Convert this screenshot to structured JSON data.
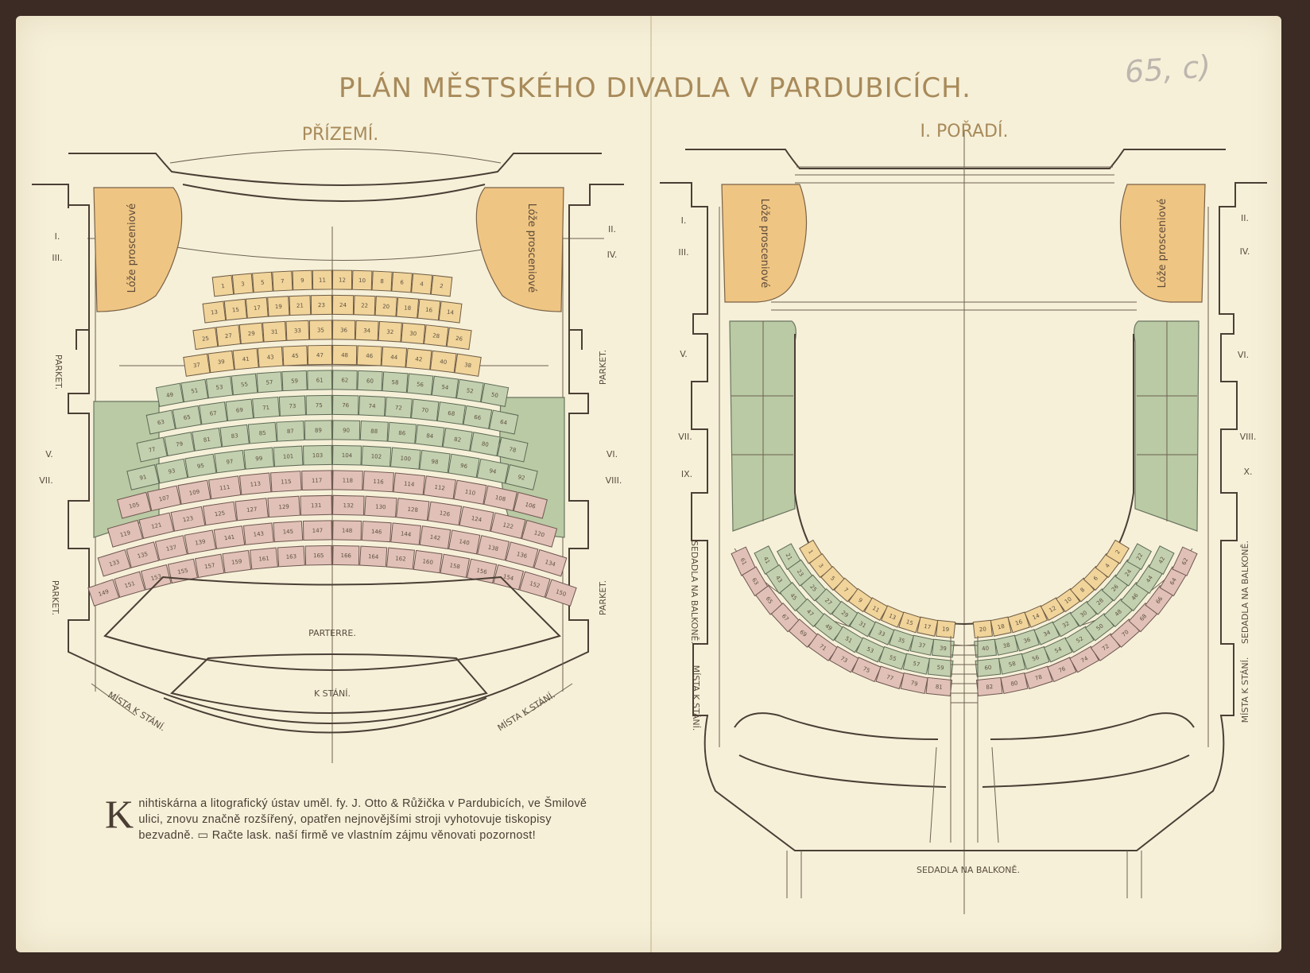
{
  "title": "PLÁN MĚSTSKÉHO DIVADLA V PARDUBICÍCH.",
  "annotation": "65, c)",
  "left_plan": {
    "title": "PŘÍZEMÍ.",
    "loge_label": "Lóže prosceniové",
    "box_labels_left": [
      "I.",
      "III.",
      "V.",
      "VII."
    ],
    "box_labels_right": [
      "II.",
      "IV.",
      "VI.",
      "VIII."
    ],
    "side_label": "PARKET.",
    "parterre_label": "PARTERRE.",
    "standing_label": "K STÁNÍ.",
    "standing_side_label": "MÍSTA K STÁNÍ."
  },
  "right_plan": {
    "title": "I. POŘADÍ.",
    "loge_label": "Lóže prosceniové",
    "box_labels_left": [
      "I.",
      "III.",
      "V.",
      "VII.",
      "IX."
    ],
    "box_labels_right": [
      "II.",
      "IV.",
      "VI.",
      "VIII.",
      "X."
    ],
    "balcony_side_label": "SEDADLA NA BALKONĚ.",
    "standing_side_label": "MÍSTA K STÁNÍ.",
    "balcony_bottom_label": "SEDADLA NA BALKONĚ."
  },
  "advert": {
    "dropcap": "K",
    "text": "nihtiskárna a litografický ústav uměl. fy. J. Otto & Růžička v Pardubicích, ve Šmilově ulici, znovu značně rozšířený, opatřen nejnovějšími stroji vyhotovuje tiskopisy bezvadně. ▭ Račte lask. naší firmě ve vlastním zájmu věnovati pozornost!"
  },
  "colors": {
    "paper": "#f6f0d9",
    "ochre_loge": "#efc583",
    "green_box": "#b9caa4",
    "seat_yellow": "#f1d49a",
    "seat_green": "#c3d0af",
    "seat_rose": "#e1c1b7",
    "ink": "#4b3f35"
  },
  "seats": {
    "parket_rows": [
      {
        "color": "yellow",
        "numbers": [
          "1",
          "3",
          "5",
          "7",
          "9",
          "11",
          "12",
          "10",
          "8",
          "6",
          "4",
          "2"
        ]
      },
      {
        "color": "yellow",
        "numbers": [
          "13",
          "15",
          "17",
          "19",
          "21",
          "23",
          "24",
          "22",
          "20",
          "18",
          "16",
          "14"
        ]
      },
      {
        "color": "yellow",
        "numbers": [
          "25",
          "27",
          "29",
          "31",
          "33",
          "35",
          "36",
          "34",
          "32",
          "30",
          "28",
          "26"
        ]
      },
      {
        "color": "yellow",
        "numbers": [
          "37",
          "39",
          "41",
          "43",
          "45",
          "47",
          "48",
          "46",
          "44",
          "42",
          "40",
          "38"
        ]
      },
      {
        "color": "green",
        "numbers": [
          "49",
          "51",
          "53",
          "55",
          "57",
          "59",
          "61",
          "62",
          "60",
          "58",
          "56",
          "54",
          "52",
          "50"
        ]
      },
      {
        "color": "green",
        "numbers": [
          "63",
          "65",
          "67",
          "69",
          "71",
          "73",
          "75",
          "76",
          "74",
          "72",
          "70",
          "68",
          "66",
          "64"
        ]
      },
      {
        "color": "green",
        "numbers": [
          "77",
          "79",
          "81",
          "83",
          "85",
          "87",
          "89",
          "90",
          "88",
          "86",
          "84",
          "82",
          "80",
          "78"
        ]
      },
      {
        "color": "green",
        "numbers": [
          "91",
          "93",
          "95",
          "97",
          "99",
          "101",
          "103",
          "104",
          "102",
          "100",
          "98",
          "96",
          "94",
          "92"
        ]
      },
      {
        "color": "rose",
        "numbers": [
          "105",
          "107",
          "109",
          "111",
          "113",
          "115",
          "117",
          "118",
          "116",
          "114",
          "112",
          "110",
          "108",
          "106"
        ]
      },
      {
        "color": "rose",
        "numbers": [
          "119",
          "121",
          "123",
          "125",
          "127",
          "129",
          "131",
          "132",
          "130",
          "128",
          "126",
          "124",
          "122",
          "120"
        ]
      },
      {
        "color": "rose",
        "numbers": [
          "133",
          "135",
          "137",
          "139",
          "141",
          "143",
          "145",
          "147",
          "148",
          "146",
          "144",
          "142",
          "140",
          "138",
          "136",
          "134"
        ]
      },
      {
        "color": "rose",
        "numbers": [
          "149",
          "151",
          "153",
          "155",
          "157",
          "159",
          "161",
          "163",
          "165",
          "166",
          "164",
          "162",
          "160",
          "158",
          "156",
          "154",
          "152",
          "150"
        ]
      }
    ],
    "balcony_left_rows": [
      {
        "color": "yellow",
        "numbers": [
          "1",
          "3",
          "5",
          "7",
          "9",
          "11",
          "13",
          "15",
          "17",
          "19"
        ]
      },
      {
        "color": "green",
        "numbers": [
          "21",
          "23",
          "25",
          "27",
          "29",
          "31",
          "33",
          "35",
          "37",
          "39"
        ]
      },
      {
        "color": "green",
        "numbers": [
          "41",
          "43",
          "45",
          "47",
          "49",
          "51",
          "53",
          "55",
          "57",
          "59"
        ]
      },
      {
        "color": "rose",
        "numbers": [
          "61",
          "63",
          "65",
          "67",
          "69",
          "71",
          "73",
          "75",
          "77",
          "79",
          "81"
        ]
      }
    ],
    "balcony_right_rows": [
      {
        "color": "yellow",
        "numbers": [
          "20",
          "18",
          "16",
          "14",
          "12",
          "10",
          "8",
          "6",
          "4",
          "2"
        ]
      },
      {
        "color": "green",
        "numbers": [
          "40",
          "38",
          "36",
          "34",
          "32",
          "30",
          "28",
          "26",
          "24",
          "22"
        ]
      },
      {
        "color": "green",
        "numbers": [
          "60",
          "58",
          "56",
          "54",
          "52",
          "50",
          "48",
          "46",
          "44",
          "42"
        ]
      },
      {
        "color": "rose",
        "numbers": [
          "82",
          "80",
          "78",
          "76",
          "74",
          "72",
          "70",
          "68",
          "66",
          "64",
          "62"
        ]
      }
    ]
  }
}
